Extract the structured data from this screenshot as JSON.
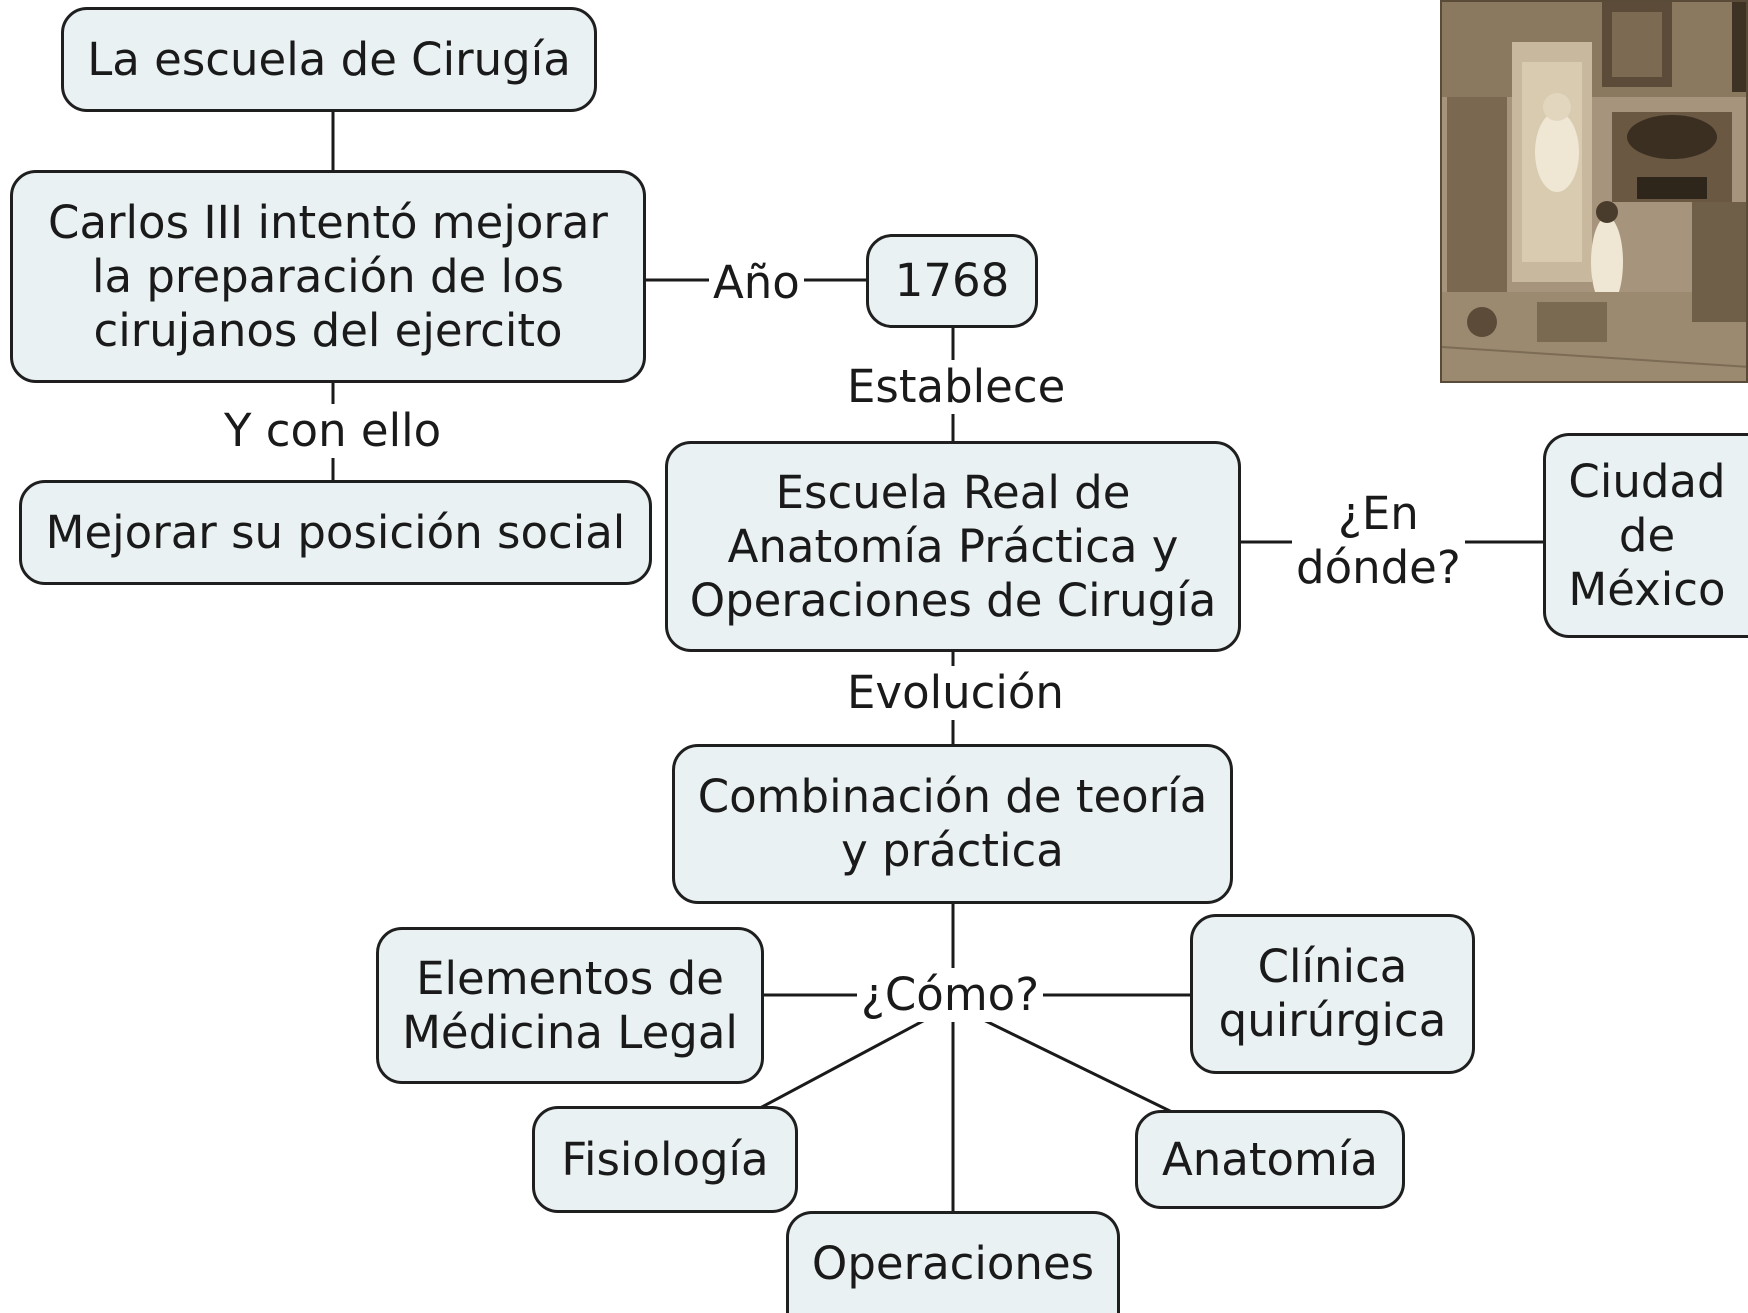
{
  "diagram": {
    "nodes": {
      "escuela_cirugia": "La escuela de Cirugía",
      "carlos_iii": "Carlos III intentó mejorar\nla preparación de los\ncirujanos del ejercito",
      "anio_1768": "1768",
      "mejorar_posicion": "Mejorar su posición social",
      "escuela_real": "Escuela Real de\nAnatomía Práctica y\nOperaciones de Cirugía",
      "ciudad_mexico": "Ciudad\nde\nMéxico",
      "combinacion": "Combinación de teoría\ny práctica",
      "medicina_legal": "Elementos de\nMédicina Legal",
      "clinica": "Clínica\nquirúrgica",
      "fisiologia": "Fisiología",
      "anatomia": "Anatomía",
      "operaciones": "Operaciones"
    },
    "links": {
      "anio": "Año",
      "y_con_ello": "Y con ello",
      "establece": "Establece",
      "en_donde": "¿En\ndónde?",
      "evolucion": "Evolución",
      "como": "¿Cómo?"
    }
  },
  "image": {
    "description_icon": "historical-engraving-illustration"
  },
  "colors": {
    "node_fill": "#e9f1f3",
    "node_border": "#1f1f1f",
    "line": "#1a1a1a"
  }
}
